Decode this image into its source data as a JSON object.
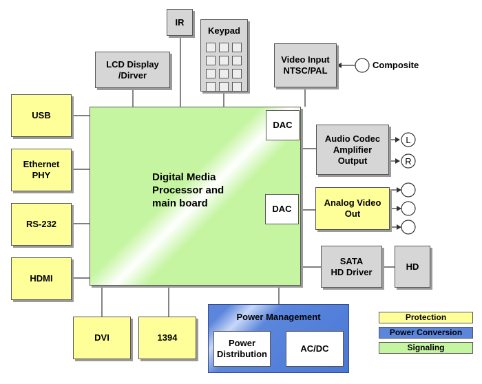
{
  "main_board": {
    "label": "Digital Media\nProcessor and\nmain board"
  },
  "left_blocks": [
    {
      "id": "usb",
      "label": "USB"
    },
    {
      "id": "ethernet",
      "label": "Ethernet\nPHY"
    },
    {
      "id": "rs232",
      "label": "RS-232"
    },
    {
      "id": "hdmi",
      "label": "HDMI"
    }
  ],
  "top_blocks": {
    "lcd": "LCD Display\n/Dirver",
    "ir": "IR",
    "keypad": "Keypad",
    "video_input": "Video Input\nNTSC/PAL",
    "composite": "Composite"
  },
  "dac_blocks": [
    "DAC",
    "DAC"
  ],
  "right_blocks": {
    "audio_codec": "Audio Codec\nAmplifier\nOutput",
    "analog_video": "Analog Video\nOut",
    "sata": "SATA\nHD Driver",
    "hd": "HD"
  },
  "audio_ports": [
    "L",
    "R"
  ],
  "bottom_blocks": {
    "dvi": "DVI",
    "ieee1394": "1394"
  },
  "power": {
    "title": "Power Management",
    "distribution": "Power\nDistribution",
    "acdc": "AC/DC"
  },
  "legend": [
    {
      "label": "Protection",
      "color": "#ffff99"
    },
    {
      "label": "Power Conversion",
      "color": "#5b86dc"
    },
    {
      "label": "Signaling",
      "color": "#c6f5a2"
    }
  ]
}
